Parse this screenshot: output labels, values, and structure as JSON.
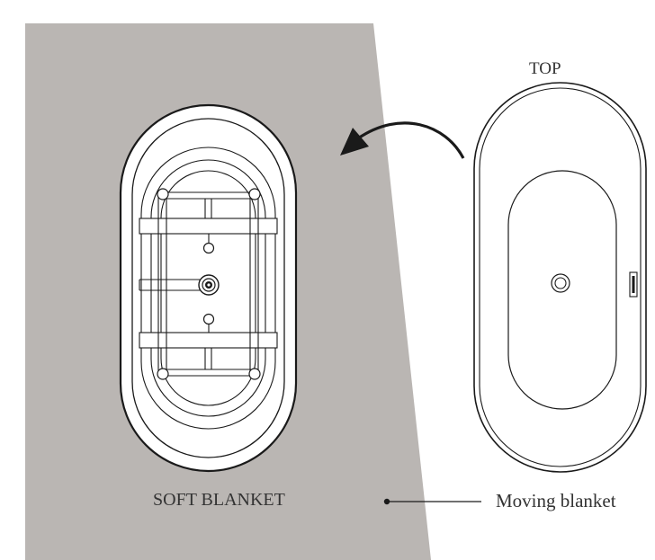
{
  "labels": {
    "top_view": "TOP",
    "soft_blanket": "SOFT BLANKET",
    "moving_blanket": "Moving blanket"
  },
  "colors": {
    "blanket": "#bab6b3",
    "line": "#1a1a1a",
    "text": "#333333",
    "tub_fill": "#ffffff"
  },
  "icons": {
    "rotate": "curved-arrow-icon",
    "drain": "drain-icon",
    "overflow": "overflow-slot-icon"
  }
}
